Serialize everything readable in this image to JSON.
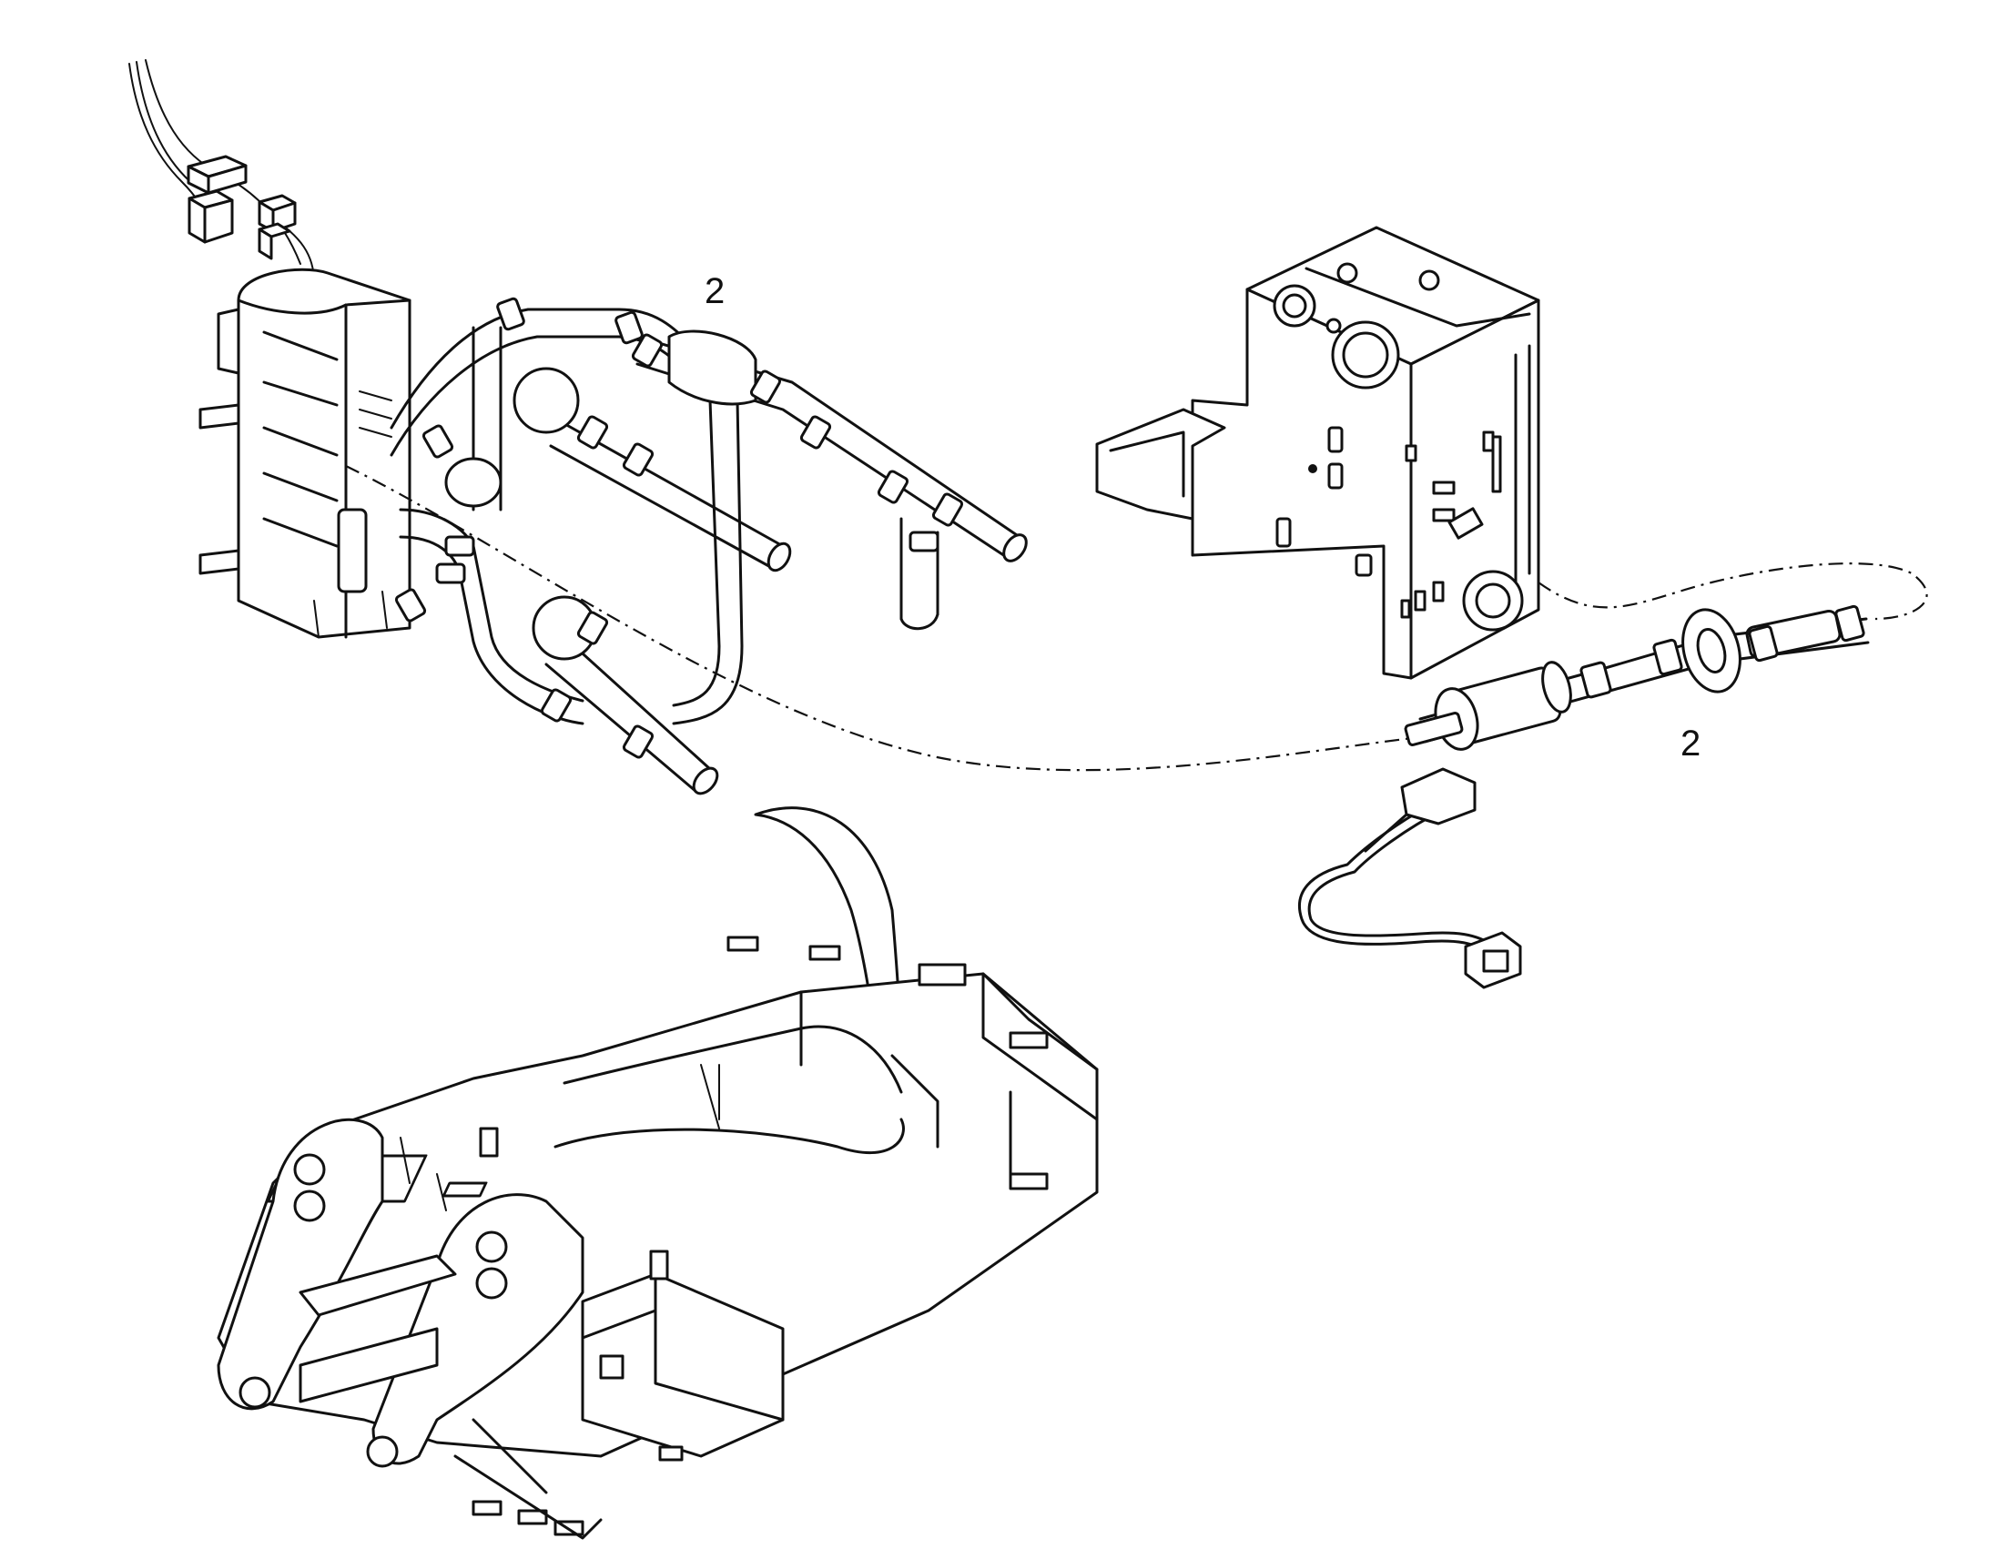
{
  "diagram": {
    "callouts": [
      {
        "id": "callout-1",
        "label": "2"
      },
      {
        "id": "callout-2",
        "label": "2"
      }
    ],
    "colors": {
      "line": "#111111",
      "background": "#ffffff"
    }
  }
}
